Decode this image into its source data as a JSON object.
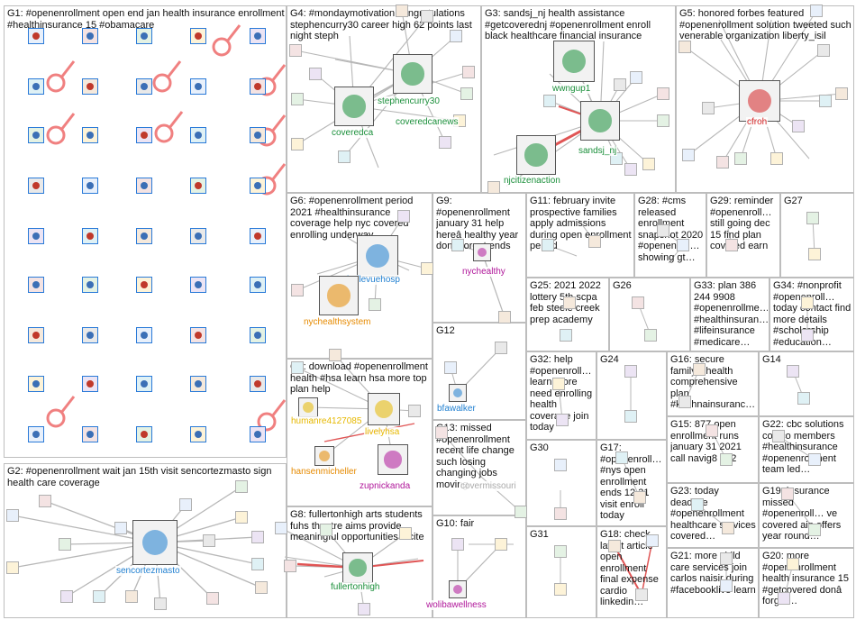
{
  "groups": [
    {
      "id": "G1",
      "text": "G1: #openenrollment open end jan health insurance enrollment #healthinsurance 15 #obamacare"
    },
    {
      "id": "G2",
      "text": "G2: #openenrollment wait jan 15th visit sencortezmasto sign health care coverage"
    },
    {
      "id": "G3",
      "text": "G3: sandsj_nj health assistance #getcoverednj #openenrollment enroll black healthcare financial insurance"
    },
    {
      "id": "G4",
      "text": "G4: #mondaymotivation congratulations stephencurry30 career high 62 points last night steph"
    },
    {
      "id": "G5",
      "text": "G5: honored forbes featured #openenrollment solution tweeted such venerable organization liberty_isil"
    },
    {
      "id": "G6",
      "text": "G6: #openenrollment period 2021 #healthinsurance coverage help nyc covered enrolling underway"
    },
    {
      "id": "G7",
      "text": "G7: download #openenrollment health #hsa learn hsa more top plan help"
    },
    {
      "id": "G8",
      "text": "G8: fullertonhigh arts students fuhs theatre aims provide meaningful opportunities incite"
    },
    {
      "id": "G9",
      "text": "G9: #openenrollment january 31 help hereâ healthy year donâ forget ends"
    },
    {
      "id": "G10",
      "text": "G10: fair"
    },
    {
      "id": "G11",
      "text": "G11: february invite prospective families apply admissions during open enrollment period"
    },
    {
      "id": "G12",
      "text": "G12"
    },
    {
      "id": "G13",
      "text": "G13: missed #openenrollment recent life change such losing changing jobs moving"
    },
    {
      "id": "G14",
      "text": "G14"
    },
    {
      "id": "G15",
      "text": "G15: 877 open enrollment runs january 31 2021 call navig8 962"
    },
    {
      "id": "G16",
      "text": "G16: secure family's health comprehensive plan #krishnainsuranc…"
    },
    {
      "id": "G17",
      "text": "G17: #openenroll… #nys open enrollment ends 12 31 visit enroll today"
    },
    {
      "id": "G18",
      "text": "G18: check latest article open enrollment final expense cardio linkedin…"
    },
    {
      "id": "G19",
      "text": "G19: insurance missed #openenroll… ve covered aip offers year round…"
    },
    {
      "id": "G20",
      "text": "G20: more #openenrollment health insurance 15 #getcovered donâ forget…"
    },
    {
      "id": "G21",
      "text": "G21: more child care services join carlos naisir during #facebooklive learn"
    },
    {
      "id": "G22",
      "text": "G22: cbc solutions costco members #healthinsurance #openenrollment team led…"
    },
    {
      "id": "G23",
      "text": "G23: today deadline #openenrollment healthcare services covered…"
    },
    {
      "id": "G24",
      "text": "G24"
    },
    {
      "id": "G25",
      "text": "G25: 2021 2022 lottery 5th scpa feb steele creek prep academy"
    },
    {
      "id": "G26",
      "text": "G26"
    },
    {
      "id": "G27",
      "text": "G27"
    },
    {
      "id": "G28",
      "text": "G28: #cms released enrollment snapshot 2020 #openenroll… showing gt…"
    },
    {
      "id": "G29",
      "text": "G29: reminder #openenroll… still going dec 15 find plan covered earn"
    },
    {
      "id": "G30",
      "text": "G30"
    },
    {
      "id": "G31",
      "text": "G31"
    },
    {
      "id": "G32",
      "text": "G32: help #openenroll… learn more need enrolling health coverage join today"
    },
    {
      "id": "G33",
      "text": "G33: plan 386 244 9908 #openenrollme… #healthinsuran… #lifeinsurance #medicare…"
    },
    {
      "id": "G34",
      "text": "G34: #nonprofit #openenroll… today contact find more details #scholarship #education…"
    }
  ],
  "vertices": [
    {
      "id": "sencortezmasto",
      "label": "sencortezmasto",
      "color": "#1f7fd0"
    },
    {
      "id": "stephencurry30",
      "label": "stephencurry30",
      "color": "#1a8f3a"
    },
    {
      "id": "coveredca",
      "label": "coveredca",
      "color": "#1a8f3a"
    },
    {
      "id": "coveredcanews",
      "label": "coveredcanews",
      "color": "#1a8f3a"
    },
    {
      "id": "wwngup1",
      "label": "wwngup1",
      "color": "#1a8f3a"
    },
    {
      "id": "sandsj_nj",
      "label": "sandsj_nj",
      "color": "#1a8f3a"
    },
    {
      "id": "njcitizenaction",
      "label": "njcitizenaction",
      "color": "#1a8f3a"
    },
    {
      "id": "cfroh",
      "label": "cfroh",
      "color": "#d62728"
    },
    {
      "id": "bellevuehosp",
      "label": "bellevuehosp",
      "color": "#1f7fd0"
    },
    {
      "id": "nychealthsystem",
      "label": "nychealthsystem",
      "color": "#e68a00"
    },
    {
      "id": "nychealthy",
      "label": "nychealthy",
      "color": "#b0179a"
    },
    {
      "id": "humanre4127085",
      "label": "humanre4127085",
      "color": "#e6b800"
    },
    {
      "id": "livelyhsa",
      "label": "livelyhsa",
      "color": "#e6b800"
    },
    {
      "id": "hansenmicheller",
      "label": "hansenmicheller",
      "color": "#e68a00"
    },
    {
      "id": "zupnickanda",
      "label": "zupnickanda",
      "color": "#b0179a"
    },
    {
      "id": "bfawalker",
      "label": "bfawalker",
      "color": "#1f7fd0"
    },
    {
      "id": "covermissouri",
      "label": "covermissouri",
      "color": "#aaaaaa"
    },
    {
      "id": "fullertonhigh",
      "label": "fullertonhigh",
      "color": "#1a8f3a"
    },
    {
      "id": "wolibawellness",
      "label": "wolibawellness",
      "color": "#b0179a"
    }
  ],
  "colors": {
    "edge": "#b7b7b7",
    "edge_red": "#e05555",
    "box_border": "#bdbdbd",
    "g1_node": "#2a7ad8"
  }
}
